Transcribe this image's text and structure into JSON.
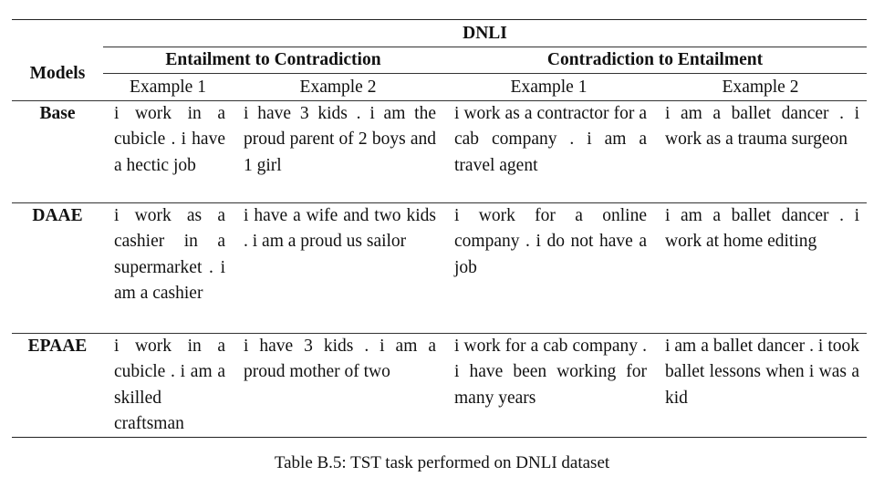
{
  "table": {
    "title": "DNLI",
    "models_header": "Models",
    "groups": [
      "Entailment to Contradiction",
      "Contradiction to Entailment"
    ],
    "examples": [
      "Example 1",
      "Example 2",
      "Example 1",
      "Example 2"
    ],
    "rows": [
      {
        "model": "Base",
        "cells": [
          "i work in a cubicle . i have a hectic job",
          "i have 3 kids . i am the proud parent of 2 boys and 1 girl",
          "i work as a contractor for a cab company . i am a travel agent",
          "i am a ballet dancer . i work as a trauma surgeon"
        ]
      },
      {
        "model": "DAAE",
        "cells": [
          "i work as a cashier in a supermarket . i am a cashier",
          "i have a wife and two kids . i am a proud us sailor",
          "i work for a online company . i do not have a job",
          "i am a ballet dancer . i work at home editing"
        ]
      },
      {
        "model": "EPAAE",
        "cells": [
          "i work in a cubicle . i am a skilled craftsman",
          "i have 3 kids . i am a proud mother of two",
          "i work for a cab company . i have been working for many years",
          "i am a ballet dancer . i took ballet lessons when i was a kid"
        ]
      }
    ]
  },
  "caption": "Table B.5: TST task performed on DNLI dataset"
}
